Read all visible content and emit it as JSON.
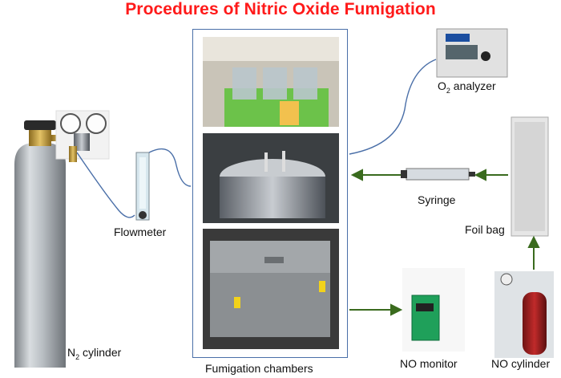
{
  "title": "Procedures of Nitric Oxide Fumigation",
  "labels": {
    "n2_cylinder_prefix": "N",
    "n2_cylinder_sub": "2",
    "n2_cylinder_suffix": " cylinder",
    "flowmeter": "Flowmeter",
    "fumigation_chambers": "Fumigation chambers",
    "o2_analyzer_prefix": "O",
    "o2_analyzer_sub": "2",
    "o2_analyzer_suffix": " analyzer",
    "syringe": "Syringe",
    "foil_bag": "Foil bag",
    "no_monitor": "NO monitor",
    "no_cylinder": "NO cylinder"
  },
  "colors": {
    "title": "#ff1a1a",
    "blue_line": "#4a6fa8",
    "green_arrow": "#3a6b1e"
  }
}
